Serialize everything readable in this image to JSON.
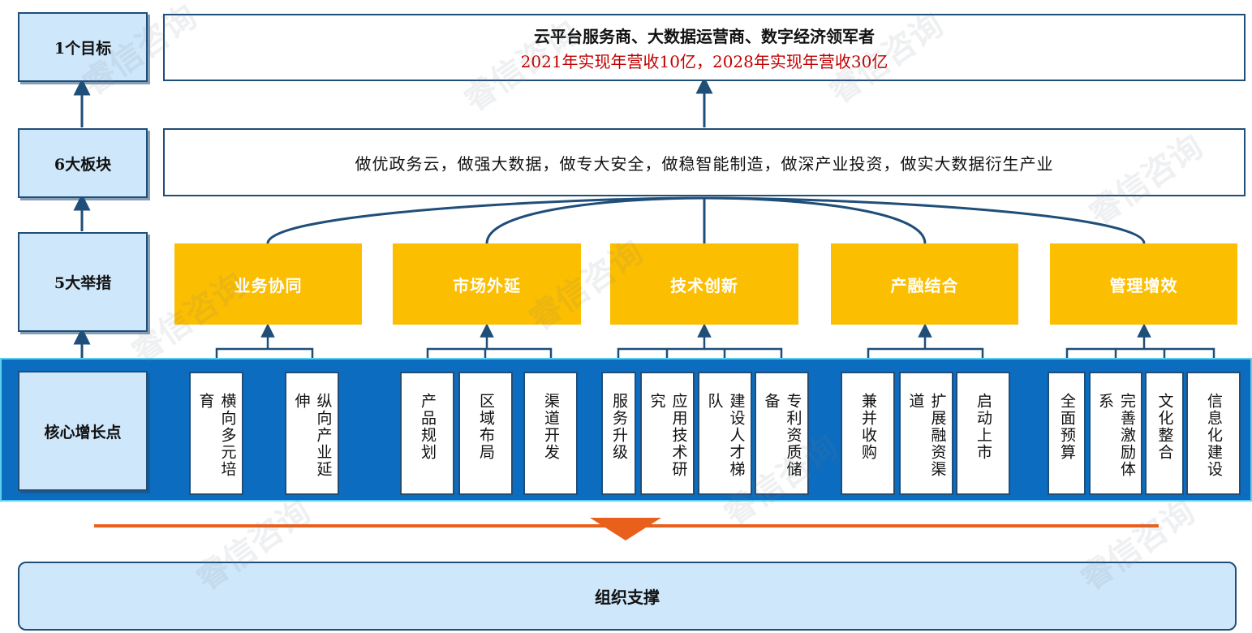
{
  "levels": {
    "goal": "1个目标",
    "blocks": "6大板块",
    "measures": "5大举措",
    "growth": "核心增长点"
  },
  "goal": {
    "line1": "云平台服务商、大数据运营商、数字经济领军者",
    "line2": "2021年实现年营收10亿，2028年实现年营收30亿"
  },
  "blocks_text": "做优政务云，做强大数据，做专大安全，做稳智能制造，做深产业投资，做实大数据衍生产业",
  "measures": [
    "业务协同",
    "市场外延",
    "技术创新",
    "产融结合",
    "管理增效"
  ],
  "growth_points": [
    [
      "横向多元培育",
      "纵向产业延伸"
    ],
    [
      "产品规划",
      "区域布局",
      "渠道开发"
    ],
    [
      "服务升级",
      "应用技术研究",
      "建设人才梯队",
      "专利资质储备"
    ],
    [
      "兼并收购",
      "扩展融资渠道",
      "启动上市"
    ],
    [
      "全面预算",
      "完善激励体系",
      "文化整合",
      "信息化建设"
    ]
  ],
  "support": "组织支撑",
  "watermark": "睿信咨询",
  "colors": {
    "navy": "#1f4e79",
    "light_blue": "#cfe7fb",
    "yellow": "#fcbe00",
    "band_blue": "#0c6cbf",
    "red_text": "#c00000",
    "orange_line": "#e8601c"
  }
}
